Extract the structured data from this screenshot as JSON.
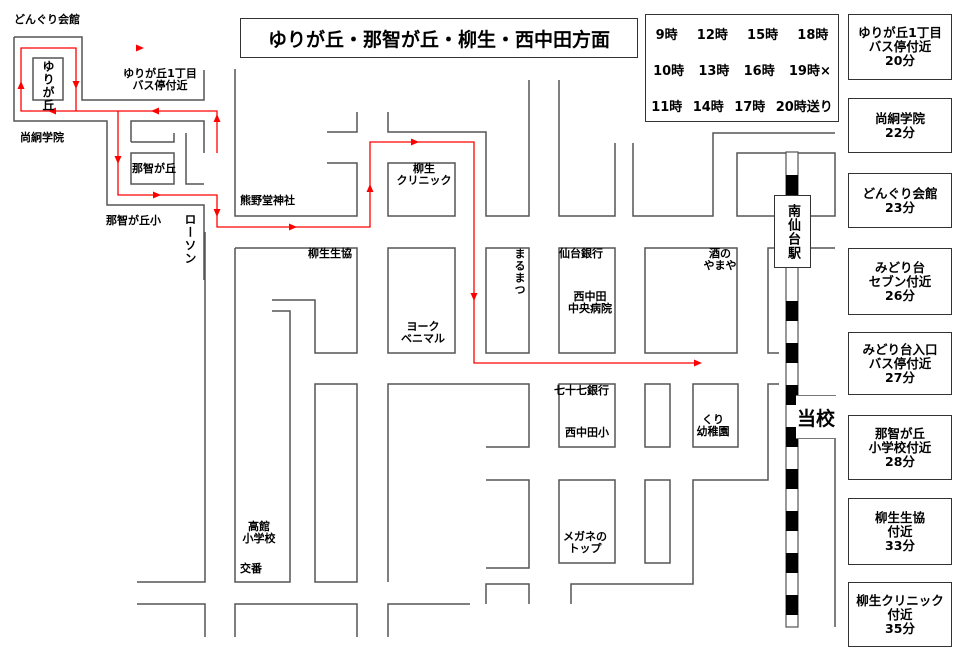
{
  "title": "ゆりが丘・那智が丘・柳生・西中田方面",
  "times": {
    "rows": [
      [
        "9時",
        "12時",
        "15時",
        "18時"
      ],
      [
        "10時",
        "13時",
        "16時",
        "19時×"
      ],
      [
        "11時",
        "14時",
        "17時",
        "20時送り"
      ]
    ]
  },
  "destinations": [
    {
      "name": [
        "ゆりが丘1丁目",
        "バス停付近"
      ],
      "time": "20分"
    },
    {
      "name": [
        "尚絅学院"
      ],
      "time": "22分"
    },
    {
      "name": [
        "どんぐり会館"
      ],
      "time": "23分"
    },
    {
      "name": [
        "みどり台",
        "セブン付近"
      ],
      "time": "26分"
    },
    {
      "name": [
        "みどり台入口",
        "バス停付近"
      ],
      "time": "27分"
    },
    {
      "name": [
        "那智が丘",
        "小学校付近"
      ],
      "time": "28分"
    },
    {
      "name": [
        "柳生生協",
        "付近"
      ],
      "time": "33分"
    },
    {
      "name": [
        "柳生クリニック",
        "付近"
      ],
      "time": "35分"
    }
  ],
  "landmarks": {
    "donguri": "どんぐり会館",
    "yurigaoka": "ゆりが丘",
    "yurigaoka1": [
      "ゆりが丘1丁目",
      "バス停付近"
    ],
    "shokei": "尚絅学院",
    "nachigaoka": "那智が丘",
    "nachigaoka_sho": "那智が丘小",
    "lawson": "ローソン",
    "kumano": "熊野堂神社",
    "yagyu_clinic": [
      "柳生",
      "クリニック"
    ],
    "yagyu_seikyo": "柳生生協",
    "york": [
      "ヨーク",
      "ベニマル"
    ],
    "marumatsu": "まるまつ",
    "sendai_bank": "仙台銀行",
    "hospital": [
      "西中田",
      "中央病院"
    ],
    "yamaya": [
      "酒の",
      "やまや"
    ],
    "bank77": "七十七銀行",
    "nishinakada_sho": "西中田小",
    "kuri": [
      "くり",
      "幼稚園"
    ],
    "takadate": [
      "高館",
      "小学校"
    ],
    "koban": "交番",
    "megane": [
      "メガネの",
      "トップ"
    ],
    "station": "南仙台駅",
    "school": "当校"
  },
  "colors": {
    "route": "#ff0000",
    "road": "#555555"
  }
}
